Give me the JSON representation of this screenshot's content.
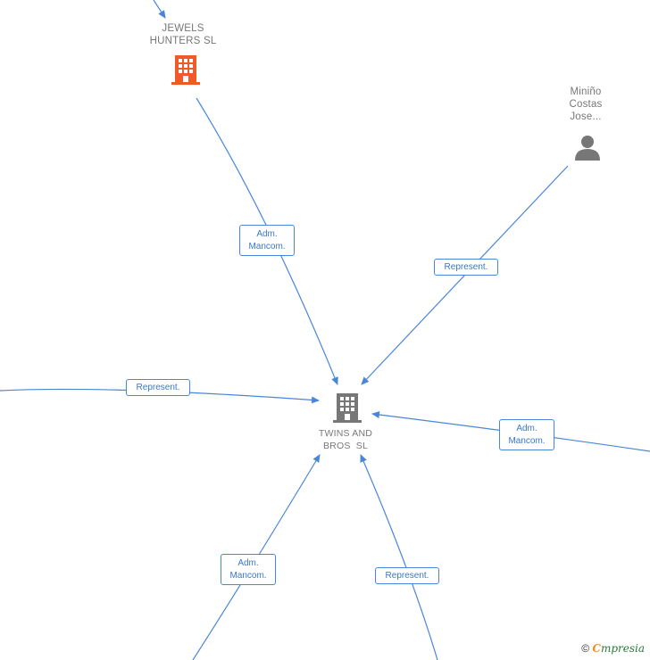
{
  "nodes": {
    "jewels": {
      "label_line1": "JEWELS",
      "label_line2": "HUNTERS SL",
      "icon": "building-icon",
      "color": "#f05a28"
    },
    "minino": {
      "label_line1": "Miniño",
      "label_line2": "Costas",
      "label_line3": "Jose...",
      "icon": "person-icon",
      "color": "#777777"
    },
    "twins": {
      "label_line1": "TWINS AND",
      "label_line2": "BROS  SL",
      "icon": "building-icon",
      "color": "#777777"
    }
  },
  "edges": {
    "e1": "Adm.\nMancom.",
    "e2": "Represent.",
    "e3": "Represent.",
    "e4": "Adm.\nMancom.",
    "e5": "Adm.\nMancom.",
    "e6": "Represent."
  },
  "footer": {
    "copyright": "©",
    "brand_first": "C",
    "brand_rest": "mpresia"
  },
  "colors": {
    "edge": "#4a86d8",
    "focus_building": "#777777",
    "company_building": "#f05a28"
  }
}
